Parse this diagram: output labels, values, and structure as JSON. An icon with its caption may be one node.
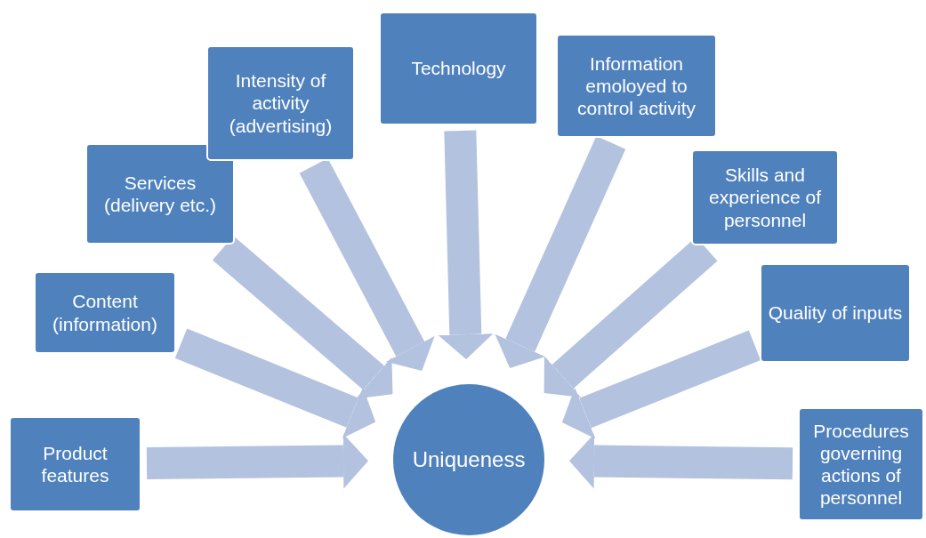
{
  "diagram": {
    "nodes": [
      {
        "text": [
          "Product features"
        ]
      },
      {
        "text": [
          "Content (information)"
        ]
      },
      {
        "text": [
          "Services (delivery etc.)"
        ]
      },
      {
        "text": [
          "Intensity of activity (advertising)"
        ]
      },
      {
        "text": [
          "Technology"
        ]
      },
      {
        "text": [
          "Information emoloyed to control activity"
        ]
      },
      {
        "text": [
          "Skills and experience of personnel"
        ]
      },
      {
        "text": [
          "Quality of inputs"
        ]
      },
      {
        "text": [
          "Procedures governing actions of personnel"
        ]
      },
      {
        "text": [
          "Uniqueness"
        ]
      }
    ],
    "edges": [
      {
        "from": 0,
        "to": 9,
        "arrow": "to"
      },
      {
        "from": 1,
        "to": 9,
        "arrow": "to"
      },
      {
        "from": 2,
        "to": 9,
        "arrow": "to"
      },
      {
        "from": 3,
        "to": 9,
        "arrow": "to"
      },
      {
        "from": 4,
        "to": 9,
        "arrow": "to"
      },
      {
        "from": 5,
        "to": 9,
        "arrow": "to"
      },
      {
        "from": 6,
        "to": 9,
        "arrow": "to"
      },
      {
        "from": 7,
        "to": 9,
        "arrow": "to"
      },
      {
        "from": 8,
        "to": 9,
        "arrow": "to"
      }
    ]
  }
}
